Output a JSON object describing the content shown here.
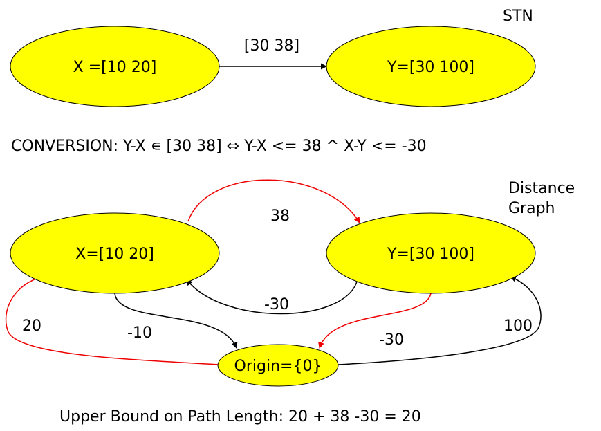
{
  "stn": {
    "title": "STN",
    "node_x": "X =[10 20]",
    "node_y": "Y=[30 100]",
    "edge_label": "[30 38]"
  },
  "conversion": {
    "text": "CONVERSION: Y-X ∊ [30 38] ⇔ Y-X <= 38 ^ X-Y <= -30"
  },
  "distance_graph": {
    "title_line1": "Distance",
    "title_line2": "Graph",
    "node_x": "X=[10 20]",
    "node_y": "Y=[30 100]",
    "node_origin": "Origin={0}",
    "edge_x_to_y": "38",
    "edge_y_to_x": "-30",
    "edge_x_to_origin": "-10",
    "edge_y_to_origin": "-30",
    "edge_origin_to_x": "20",
    "edge_origin_to_y": "100"
  },
  "footer": {
    "text": "Upper Bound on Path Length: 20 + 38 -30 = 20"
  },
  "colors": {
    "node_fill": "#ffff00",
    "edge_black": "#000000",
    "edge_red": "#ee0000"
  }
}
